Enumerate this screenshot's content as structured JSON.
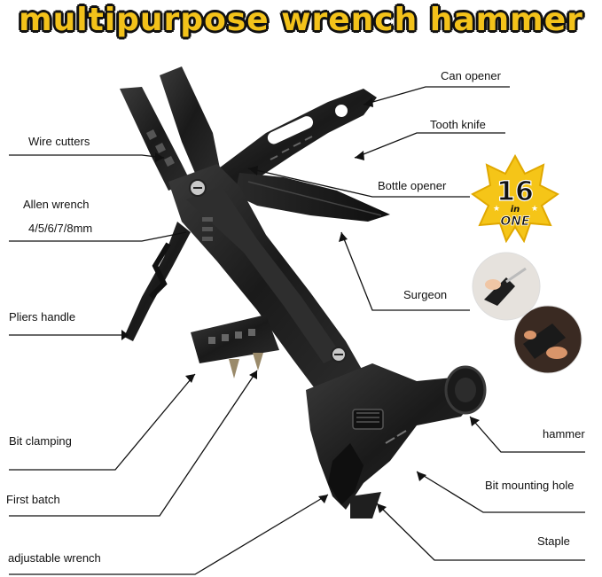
{
  "title": "multipurpose wrench hammer",
  "badge": {
    "number": "16",
    "in": "in",
    "one": "ONE"
  },
  "labels": {
    "can_opener": "Can opener",
    "tooth_knife": "Tooth knife",
    "wire_cutters": "Wire cutters",
    "bottle_opener": "Bottle opener",
    "allen_wrench": "Allen wrench",
    "allen_sizes": "4/5/6/7/8mm",
    "surgeon": "Surgeon",
    "pliers_handle": "Pliers handle",
    "hammer": "hammer",
    "bit_clamping": "Bit clamping",
    "bit_mounting_hole": "Bit mounting hole",
    "first_batch": "First batch",
    "staple": "Staple",
    "adjustable_wrench": "adjustable wrench"
  },
  "colors": {
    "title_fill": "#f3c21a",
    "badge_fill": "#f5c518",
    "tool": "#1b1b1b"
  }
}
